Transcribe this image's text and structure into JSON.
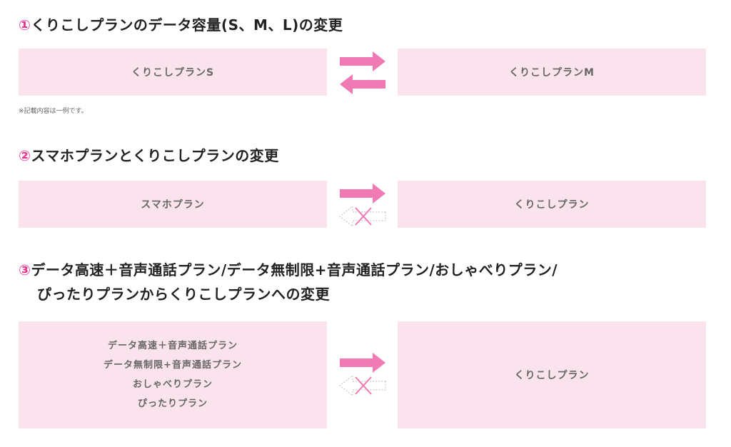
{
  "section1": {
    "num": "①",
    "title": "くりこしプランのデータ容量(S、M、L)の変更",
    "left_box": "くりこしプランS",
    "right_box": "くりこしプランM",
    "note": "※記載内容は一例です。"
  },
  "section2": {
    "num": "②",
    "title": "スマホプランとくりこしプランの変更",
    "left_box": "スマホプラン",
    "right_box": "くりこしプラン"
  },
  "section3": {
    "num": "③",
    "title_line1": "データ高速＋音声通話プラン/データ無制限+音声通話プラン/おしゃべりプラン/",
    "title_line2": "ぴったりプランからくりこしプランへの変更",
    "left_lines": [
      "データ高速＋音声通話プラン",
      "データ無制限+音声通話プラン",
      "おしゃべりプラン",
      "ぴったりプラン"
    ],
    "right_box": "くりこしプラン"
  },
  "colors": {
    "accent": "#e8368f",
    "arrow": "#f07ab4",
    "box_bg": "#fbe3ee",
    "text": "#666666"
  }
}
